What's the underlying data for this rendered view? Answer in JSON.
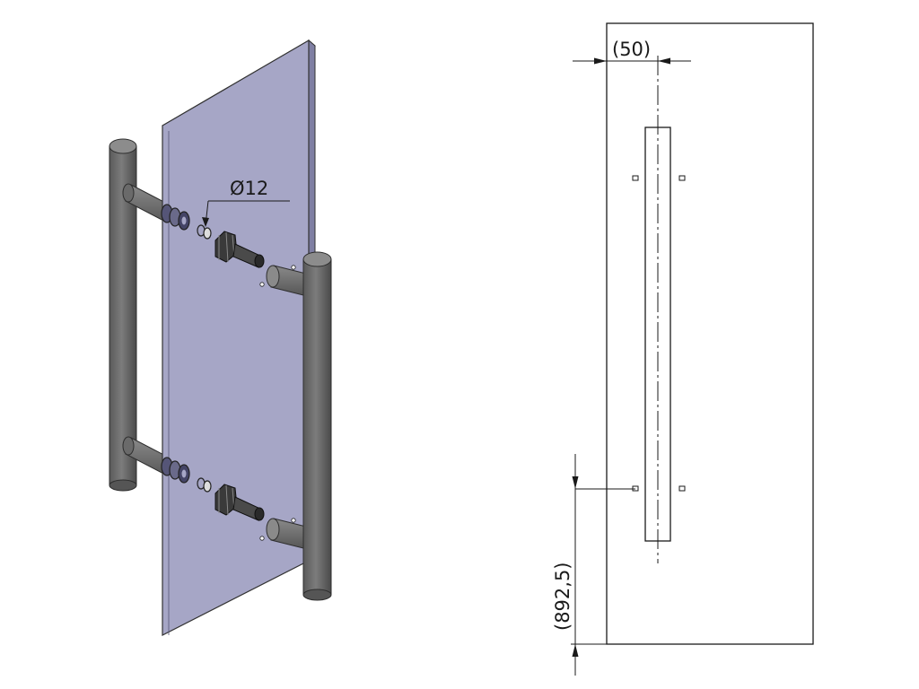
{
  "iso_view": {
    "diameter_label": "Ø12"
  },
  "front_view": {
    "offset_label": "(50)",
    "height_label": "(892,5)"
  },
  "colors": {
    "glass_face": "#a6a6c6",
    "glass_top": "#c9c9dd",
    "glass_edge": "#7f7fa3",
    "bar": "#707070",
    "bar_dark": "#4e4e4e",
    "fitting": "#3a3a3a",
    "washer": "#444466"
  }
}
